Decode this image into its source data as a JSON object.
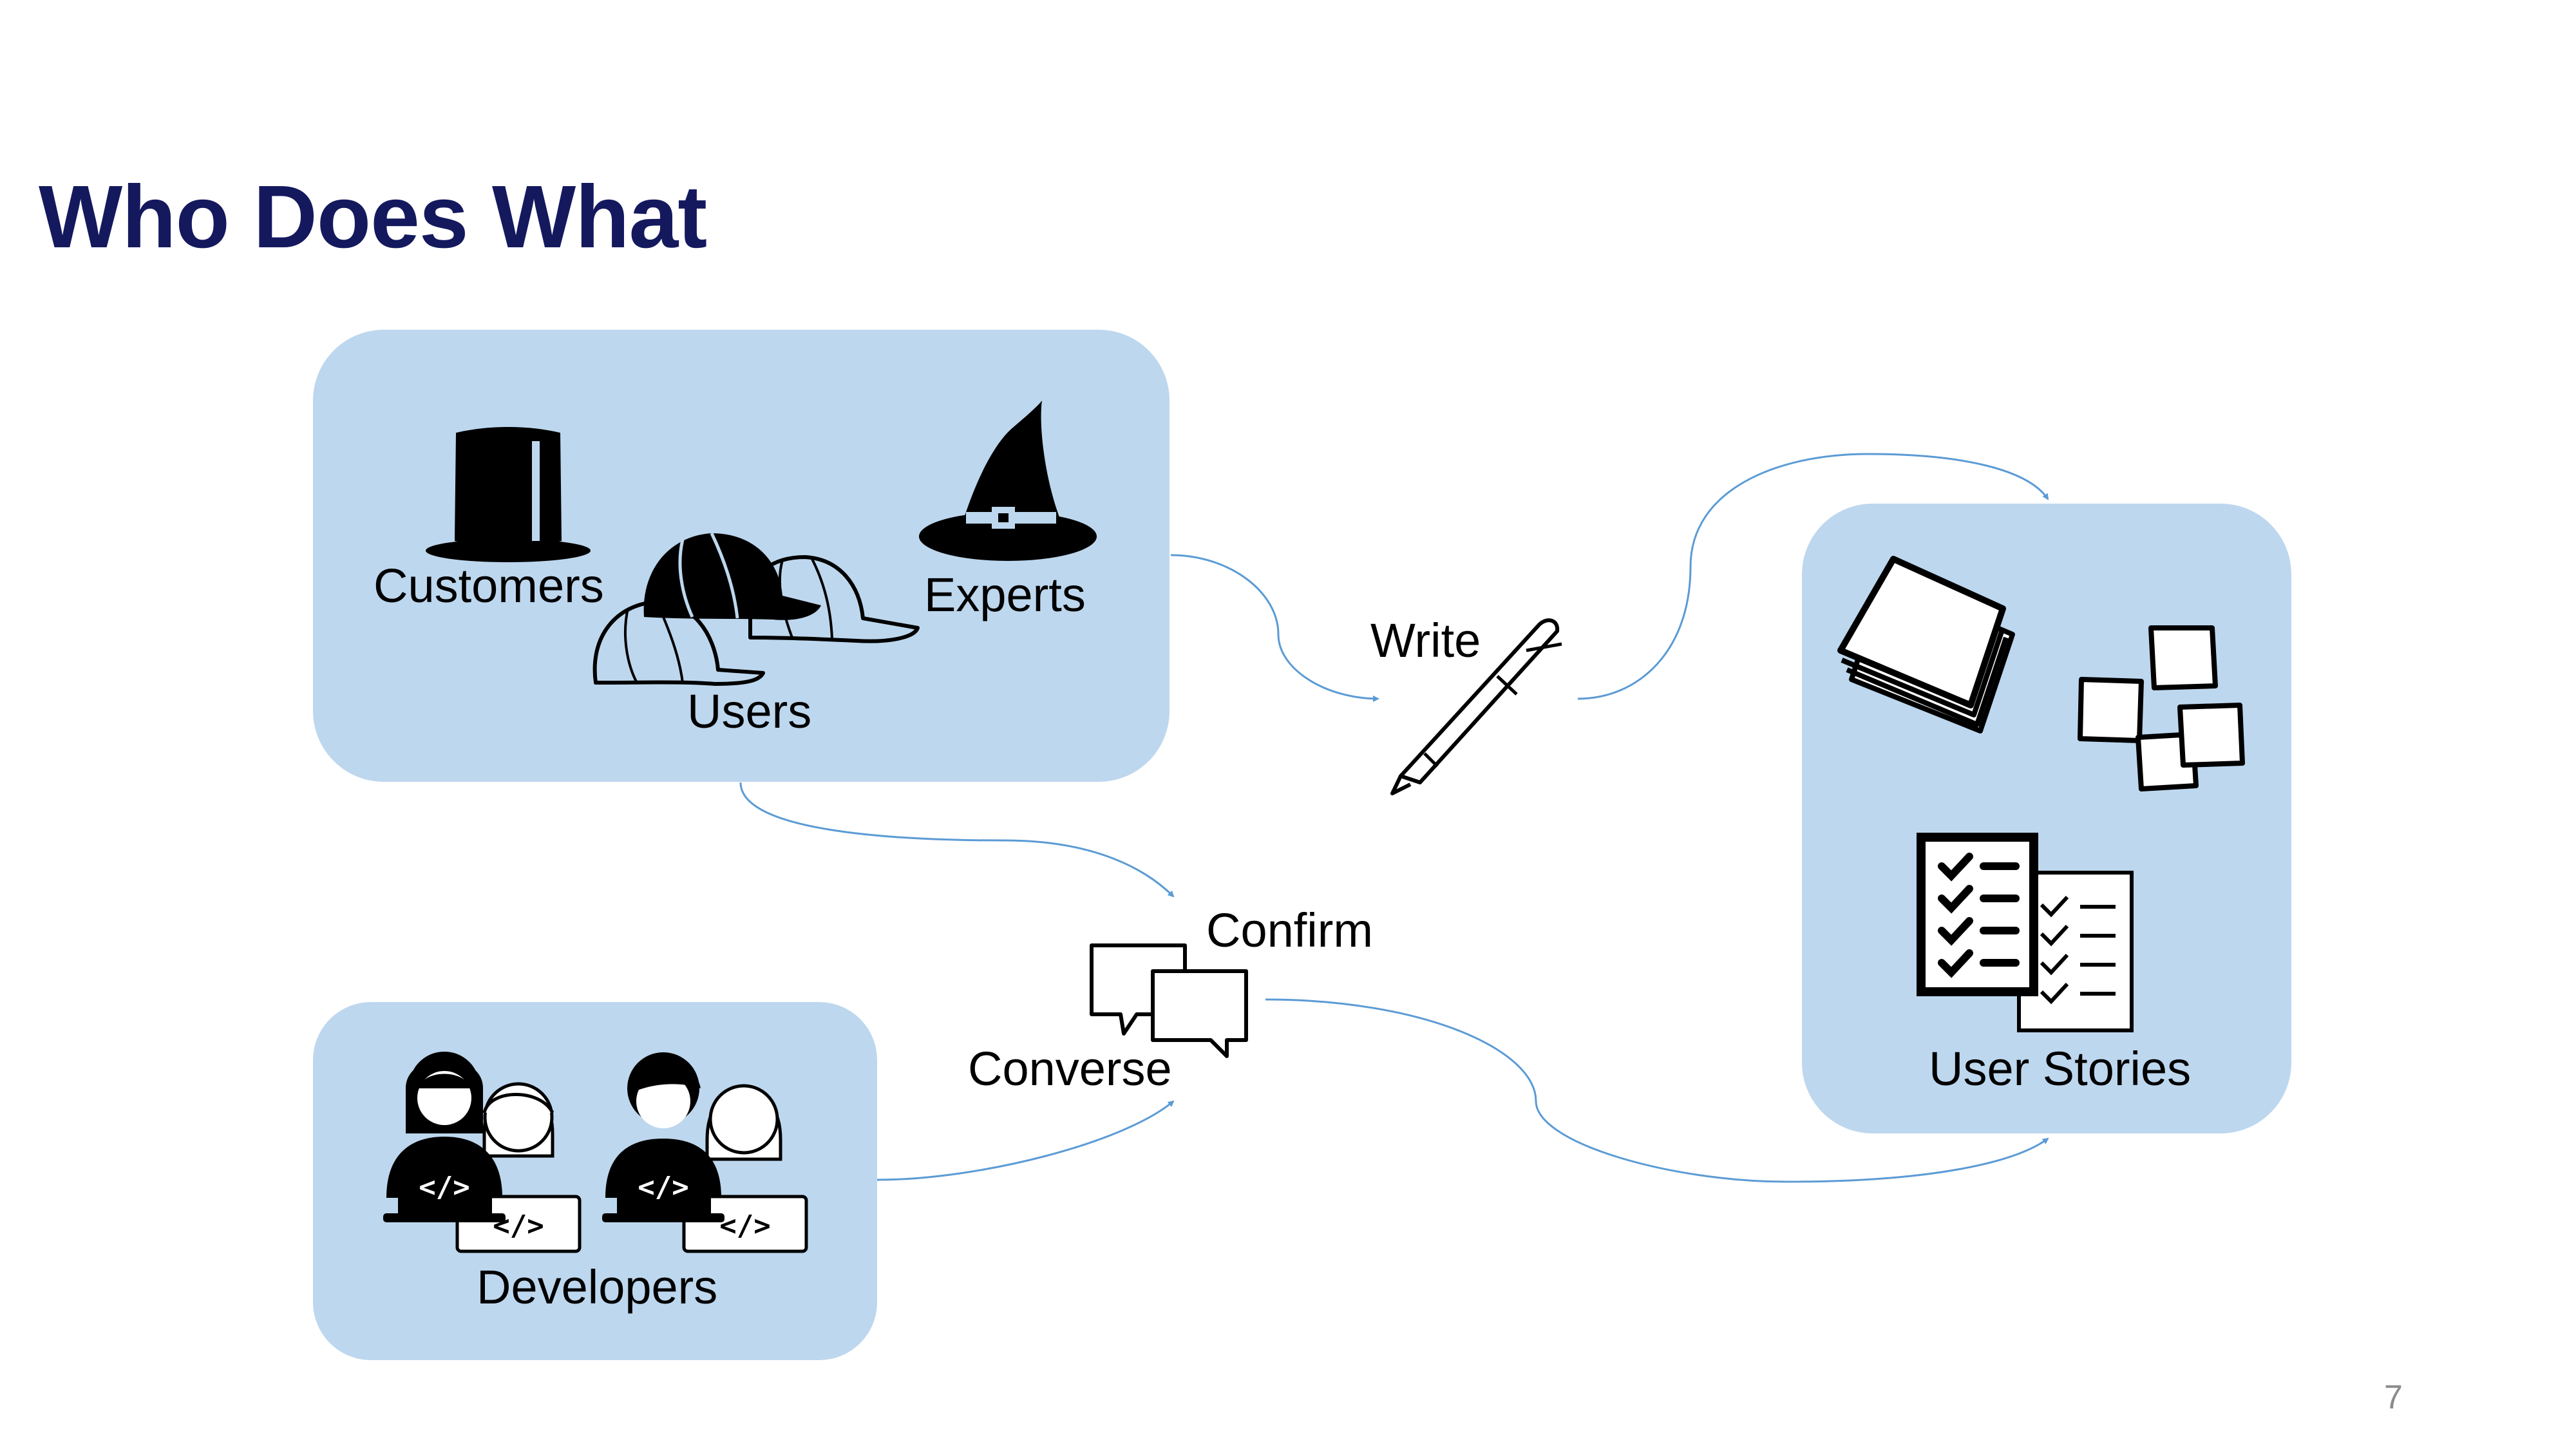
{
  "slide": {
    "title": "Who Does What",
    "page_number": "7"
  },
  "stakeholders": {
    "customers_label": "Customers",
    "experts_label": "Experts",
    "users_label": "Users"
  },
  "developers": {
    "label": "Developers"
  },
  "actions": {
    "write_label": "Write",
    "confirm_label": "Confirm",
    "converse_label": "Converse"
  },
  "artifacts": {
    "label": "User Stories"
  },
  "colors": {
    "title": "#14195e",
    "box_fill": "#bdd7ee",
    "arrow": "#5b9bd5",
    "page_number": "#8c8c8c"
  },
  "icons": [
    "top-hat-icon",
    "witch-hat-icon",
    "baseball-caps-icon",
    "developers-icon",
    "pen-icon",
    "speech-bubbles-icon",
    "sticky-note-stack-icon",
    "sticky-notes-icon",
    "checklist-icon"
  ]
}
